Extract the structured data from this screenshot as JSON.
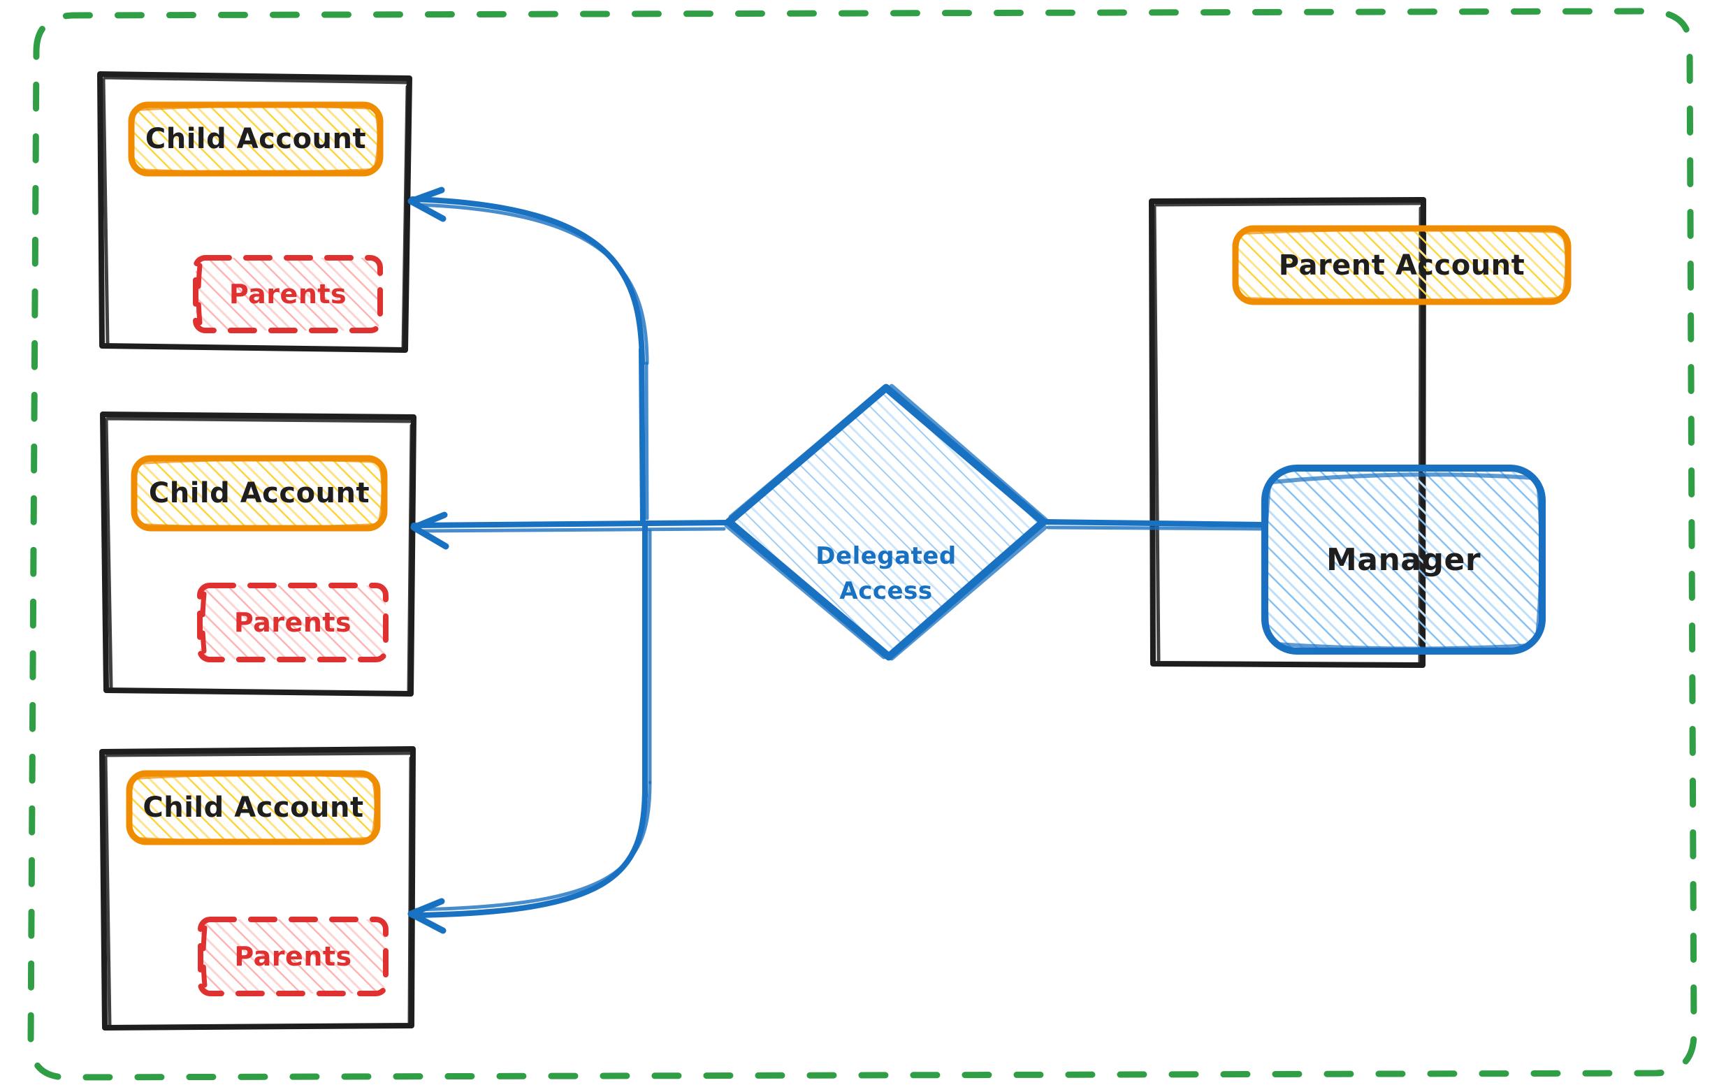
{
  "diagram": {
    "title": "Delegated Access",
    "type": "architecture-diagram",
    "colors": {
      "outer_boundary": "#2f9e44",
      "container_stroke": "#1e1e1e",
      "account_stroke": "#f08c00",
      "account_fill": "#ffd43b",
      "parents_stroke": "#e03131",
      "parents_fill": "#ffc9c9",
      "manager_stroke": "#1971c2",
      "manager_fill": "#a5d8ff",
      "arrow": "#1971c2",
      "text_dark": "#1e1e1e"
    }
  },
  "outer_boundary": {
    "name": "organization-boundary",
    "stroke_style": "dashed",
    "color": "#2f9e44"
  },
  "child_containers": [
    {
      "id": "child-container-1",
      "account": {
        "label": "Child Account"
      },
      "parents": {
        "label": "Parents"
      }
    },
    {
      "id": "child-container-2",
      "account": {
        "label": "Child Account"
      },
      "parents": {
        "label": "Parents"
      }
    },
    {
      "id": "child-container-3",
      "account": {
        "label": "Child Account"
      },
      "parents": {
        "label": "Parents"
      }
    }
  ],
  "delegated_access": {
    "label_line1": "Delegated",
    "label_line2": "Access",
    "shape": "diamond"
  },
  "parent_container": {
    "id": "parent-container",
    "account": {
      "label": "Parent Account"
    },
    "manager": {
      "label": "Manager"
    }
  },
  "connections": [
    {
      "from": "manager",
      "to": "delegated-access",
      "style": "line"
    },
    {
      "from": "delegated-access",
      "to": "child-account-1",
      "style": "arrow"
    },
    {
      "from": "delegated-access",
      "to": "child-account-2",
      "style": "arrow"
    },
    {
      "from": "delegated-access",
      "to": "child-account-3",
      "style": "arrow"
    }
  ]
}
